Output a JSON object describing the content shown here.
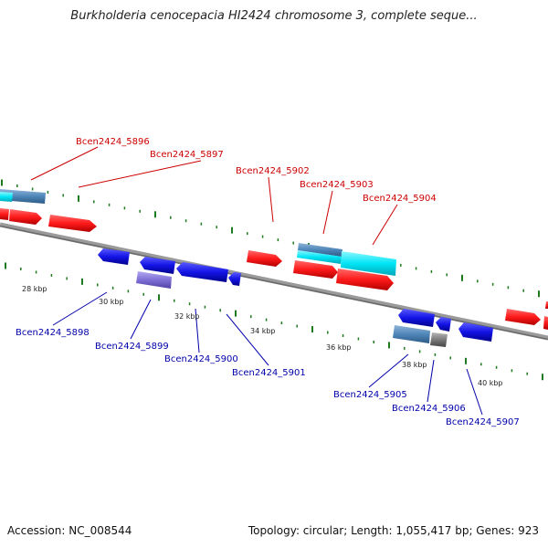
{
  "header": {
    "title": "Burkholderia cenocepacia HI2424 chromosome 3, complete seque..."
  },
  "footer": {
    "accession": "Accession: NC_008544",
    "topology": "Topology: circular; Length: 1,055,417 bp; Genes: 923"
  },
  "colors": {
    "forward_cds": "#ff1a1a",
    "reverse_cds": "#1414e6",
    "rna_cyan": "#00e5f5",
    "steel": "#4f86b8",
    "purple": "#7e6fd6",
    "gray": "#7a7a7a",
    "backbone": "#8c8c8c",
    "tick": "#1e7a1e",
    "label_red": "#cc0000",
    "label_blue": "#0000aa"
  },
  "scale_labels": [
    "28 kbp",
    "30 kbp",
    "32 kbp",
    "34 kbp",
    "36 kbp",
    "38 kbp",
    "40 kbp"
  ],
  "upper_gene_labels": [
    "Bcen2424_5896",
    "Bcen2424_5897",
    "Bcen2424_5902",
    "Bcen2424_5903",
    "Bcen2424_5904"
  ],
  "lower_gene_labels": [
    "Bcen2424_5898",
    "Bcen2424_5899",
    "Bcen2424_5900",
    "Bcen2424_5901",
    "Bcen2424_5905",
    "Bcen2424_5906",
    "Bcen2424_5907"
  ]
}
